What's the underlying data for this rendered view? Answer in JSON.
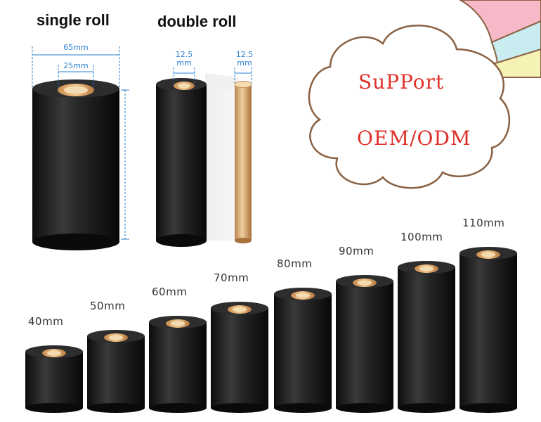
{
  "headings": {
    "single": "single roll",
    "double": "double roll"
  },
  "dimensions": {
    "outer": "65mm",
    "core": "25mm",
    "double_left": "12.5\nmm",
    "double_right": "12.5\nmm"
  },
  "cloud": {
    "line1": "SuPPort",
    "line2": "OEM/ODM"
  },
  "widths": [
    "40mm",
    "50mm",
    "60mm",
    "70mm",
    "80mm",
    "90mm",
    "100mm",
    "110mm"
  ],
  "colors": {
    "roll": "#1a1a1a",
    "core": "#d9a063",
    "dim_line": "#2a7fd0",
    "cloud_outline": "#8a6142",
    "cloud_text": "#e0302a",
    "rainbow": [
      "#f7b8c7",
      "#c9ecf0",
      "#f6f2b6"
    ]
  }
}
